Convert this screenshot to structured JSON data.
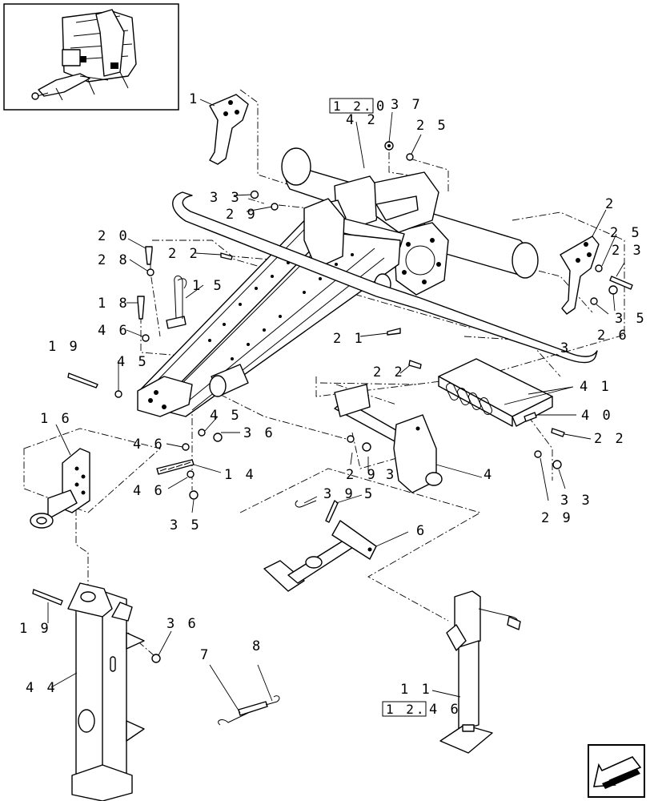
{
  "labels": {
    "l1": "1",
    "l2": "2",
    "l3": "3",
    "l4": "4",
    "l5": "5",
    "l6": "6",
    "l7": "7",
    "l8": "8",
    "l11": "1 1",
    "l14": "1 4",
    "l15": "1 5",
    "l16": "1 6",
    "l18": "1 8",
    "l19a": "1 9",
    "l19b": "1 9",
    "l20": "2 0",
    "l21": "2 1",
    "l22a": "2 2",
    "l22b": "2 2",
    "l22c": "2 2",
    "l23": "2 3",
    "l25a": "2 5",
    "l25b": "2 5",
    "l26": "2 6",
    "l28": "2 8",
    "l29a": "2 9",
    "l29b": "2 9",
    "l29c": "2 9",
    "l33a": "3 3",
    "l33b": "3",
    "l33c": "3 3",
    "l35a": "3 5",
    "l35b": "3 5",
    "l36a": "3 6",
    "l36b": "3 6",
    "l37": "3 7",
    "l39": "3 9",
    "l40": "4 0",
    "l41": "4 1",
    "l42": "4 2",
    "l44": "4 4",
    "l45a": "4 5",
    "l45b": "4 5",
    "l46a": "4 6",
    "l46b": "4 6",
    "l46c": "4 6"
  },
  "refs": {
    "ref_top_box": "1 2.",
    "ref_top_tail": "0",
    "ref_bottom_box": "1 2.",
    "ref_bottom_tail": "4 6"
  },
  "icons": {
    "thumbnail": "machine-thumbnail-icon",
    "nav": "next-page-arrow-icon"
  }
}
